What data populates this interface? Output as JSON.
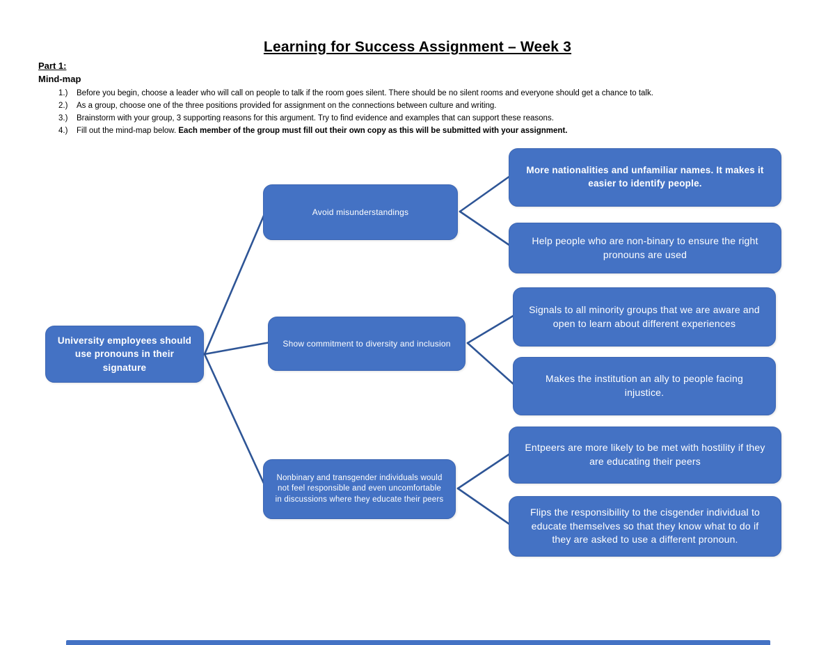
{
  "document": {
    "title": "Learning for Success Assignment – Week 3",
    "part_heading": "Part 1:",
    "section_heading": "Mind-map",
    "instructions": [
      {
        "num": "1.)",
        "text": "Before you begin, choose a leader who will call on people to talk if the room goes silent.  There should be no silent rooms and everyone should get a chance to talk.",
        "bold_text": ""
      },
      {
        "num": "2.)",
        "text": "As a group, choose one of the three positions provided for assignment on the connections between culture and writing.",
        "bold_text": ""
      },
      {
        "num": "3.)",
        "text": "Brainstorm with your group, 3 supporting reasons for this argument.  Try to find evidence and examples that can support these reasons.",
        "bold_text": ""
      },
      {
        "num": "4.)",
        "text": "Fill out the mind-map below.  ",
        "bold_text": "Each member of the group must fill out their own copy as this will be submitted with your assignment."
      }
    ]
  },
  "mindmap": {
    "root": {
      "label": "University employees should use pronouns in their signature"
    },
    "branches": [
      {
        "label": "Avoid misunderstandings",
        "children": [
          {
            "label": "More nationalities and unfamiliar names.  It makes it easier to identify people."
          },
          {
            "label": "Help people who are non-binary to ensure the right pronouns are used"
          }
        ]
      },
      {
        "label": "Show commitment to diversity and inclusion",
        "children": [
          {
            "label": "Signals to all minority groups that we are aware and open to learn about different experiences"
          },
          {
            "label": "Makes the institution an ally to people facing injustice."
          }
        ]
      },
      {
        "label": "Nonbinary and transgender individuals would not feel responsible and even uncomfortable in discussions where they educate their peers",
        "children": [
          {
            "label": "Entpeers are more likely to be met with hostility if they are educating their peers"
          },
          {
            "label": "Flips the responsibility to the cisgender individual to educate themselves so that they know what to do if they are asked to use a different pronoun."
          }
        ]
      }
    ]
  },
  "colors": {
    "node_fill": "#4472C4",
    "connector": "#2E5596",
    "node_text": "#FFFFFF"
  }
}
